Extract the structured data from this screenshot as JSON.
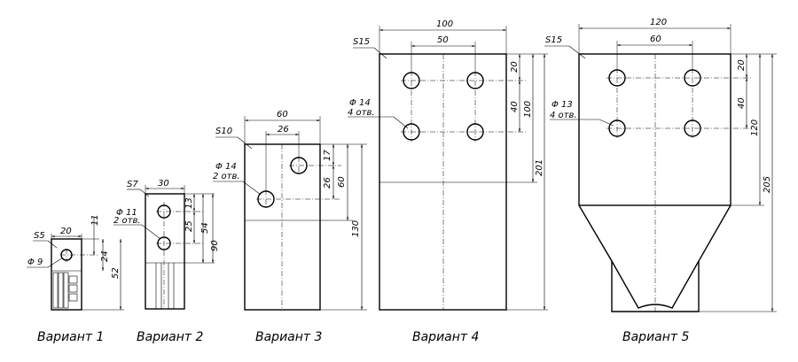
{
  "variants": [
    {
      "caption": "Вариант 1",
      "thickness": "S5",
      "hole": "Φ 9",
      "dims": {
        "width": "20",
        "top": "11",
        "hole_spacing": "24",
        "height": "52"
      }
    },
    {
      "caption": "Вариант 2",
      "thickness": "S7",
      "hole": "Φ 11",
      "holes_count": "2 отв.",
      "dims": {
        "width": "30",
        "top": "13",
        "hole_spacing": "25",
        "mid": "54",
        "height": "90"
      }
    },
    {
      "caption": "Вариант 3",
      "thickness": "S10",
      "hole": "Φ 14",
      "holes_count": "2 отв.",
      "dims": {
        "width": "60",
        "hole_x": "26",
        "top": "17",
        "hole_spacing": "26",
        "mid": "60",
        "height": "130"
      }
    },
    {
      "caption": "Вариант 4",
      "thickness": "S15",
      "hole": "Φ 14",
      "holes_count": "4 отв.",
      "dims": {
        "width": "100",
        "hole_x": "50",
        "top": "20",
        "hole_spacing": "40",
        "mid": "100",
        "height": "201"
      }
    },
    {
      "caption": "Вариант 5",
      "thickness": "S15",
      "hole": "Φ 13",
      "holes_count": "4 отв.",
      "dims": {
        "width": "120",
        "hole_x": "60",
        "top": "20",
        "hole_spacing": "40",
        "mid": "120",
        "height": "205"
      }
    }
  ]
}
